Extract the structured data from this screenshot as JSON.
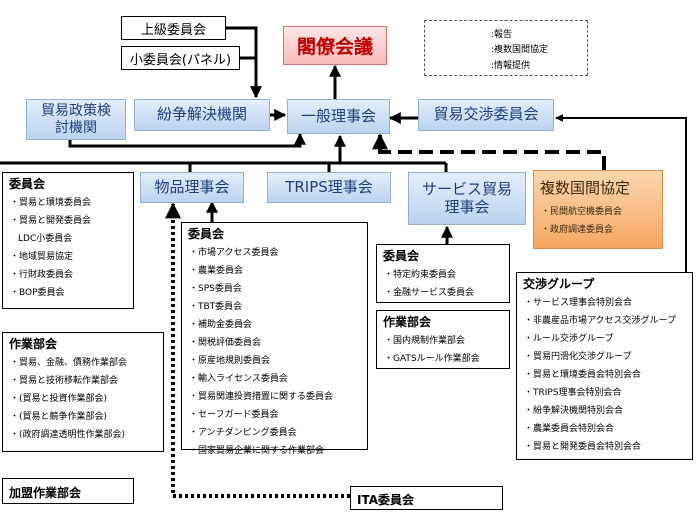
{
  "top_boxes": {
    "senior_committee": "上級委員会",
    "panel": "小委員会(パネル)",
    "ministerial": "閣僚会議"
  },
  "legend": {
    "report": ":報告",
    "plurilateral": ":複数国間協定",
    "info": ":情報提供"
  },
  "main_row": {
    "trade_policy_review": "貿易政策検討機関",
    "dispute_settlement": "紛争解決機関",
    "general_council": "一般理事会",
    "tnc": "貿易交渉委員会"
  },
  "councils": {
    "goods": "物品理事会",
    "trips": "TRIPS理事会",
    "services": "サービス貿易理事会"
  },
  "plurilateral": {
    "title": "複数国間協定",
    "items": [
      "・民間航空機委員会",
      "・政府調達委員会"
    ]
  },
  "committees_left": {
    "title": "委員会",
    "items": [
      "・貿易と環境委員会",
      "・貿易と開発委員会",
      "LDC小委員会",
      "・地域貿易協定",
      "・行財政委員会",
      "・BOP委員会"
    ]
  },
  "working_parties_left": {
    "title": "作業部会",
    "items": [
      "・貿易、金融、債務作業部会",
      "・貿易と技術移転作業部会",
      "・(貿易と投資作業部会)",
      "・(貿易と競争作業部会)",
      "・(政府調達透明性作業部会)"
    ]
  },
  "accession": "加盟作業部会",
  "goods_committees": {
    "title": "委員会",
    "items": [
      "・市場アクセス委員会",
      "・農業委員会",
      "・SPS委員会",
      "・TBT委員会",
      "・補助金委員会",
      "・関税評価委員会",
      "・原産地規則委員会",
      "・輸入ライセンス委員会",
      "・貿易関連投資措置に関する委員会",
      "・セーフガード委員会",
      "・アンチダンピング委員会",
      "・国家貿易企業に関する作業部会"
    ]
  },
  "services_committees": {
    "title": "委員会",
    "items": [
      "・特定約束委員会",
      "・金融サービス委員会"
    ]
  },
  "services_working": {
    "title": "作業部会",
    "items": [
      "・国内規制作業部会",
      "・GATSルール作業部会"
    ]
  },
  "negotiating": {
    "title": "交渉グループ",
    "items": [
      "・サービス理事会特別会合",
      "・非農産品市場アクセス交渉グループ",
      "・ルール交渉グループ",
      "・貿易円滑化交渉グループ",
      "・貿易と環境委員会特別会合",
      "・TRIPS理事会特別会合",
      "・紛争解決機関特別会合",
      "・農業委員会特別会合",
      "・貿易と開発委員会特別会合"
    ]
  },
  "ita": "ITA委員会"
}
